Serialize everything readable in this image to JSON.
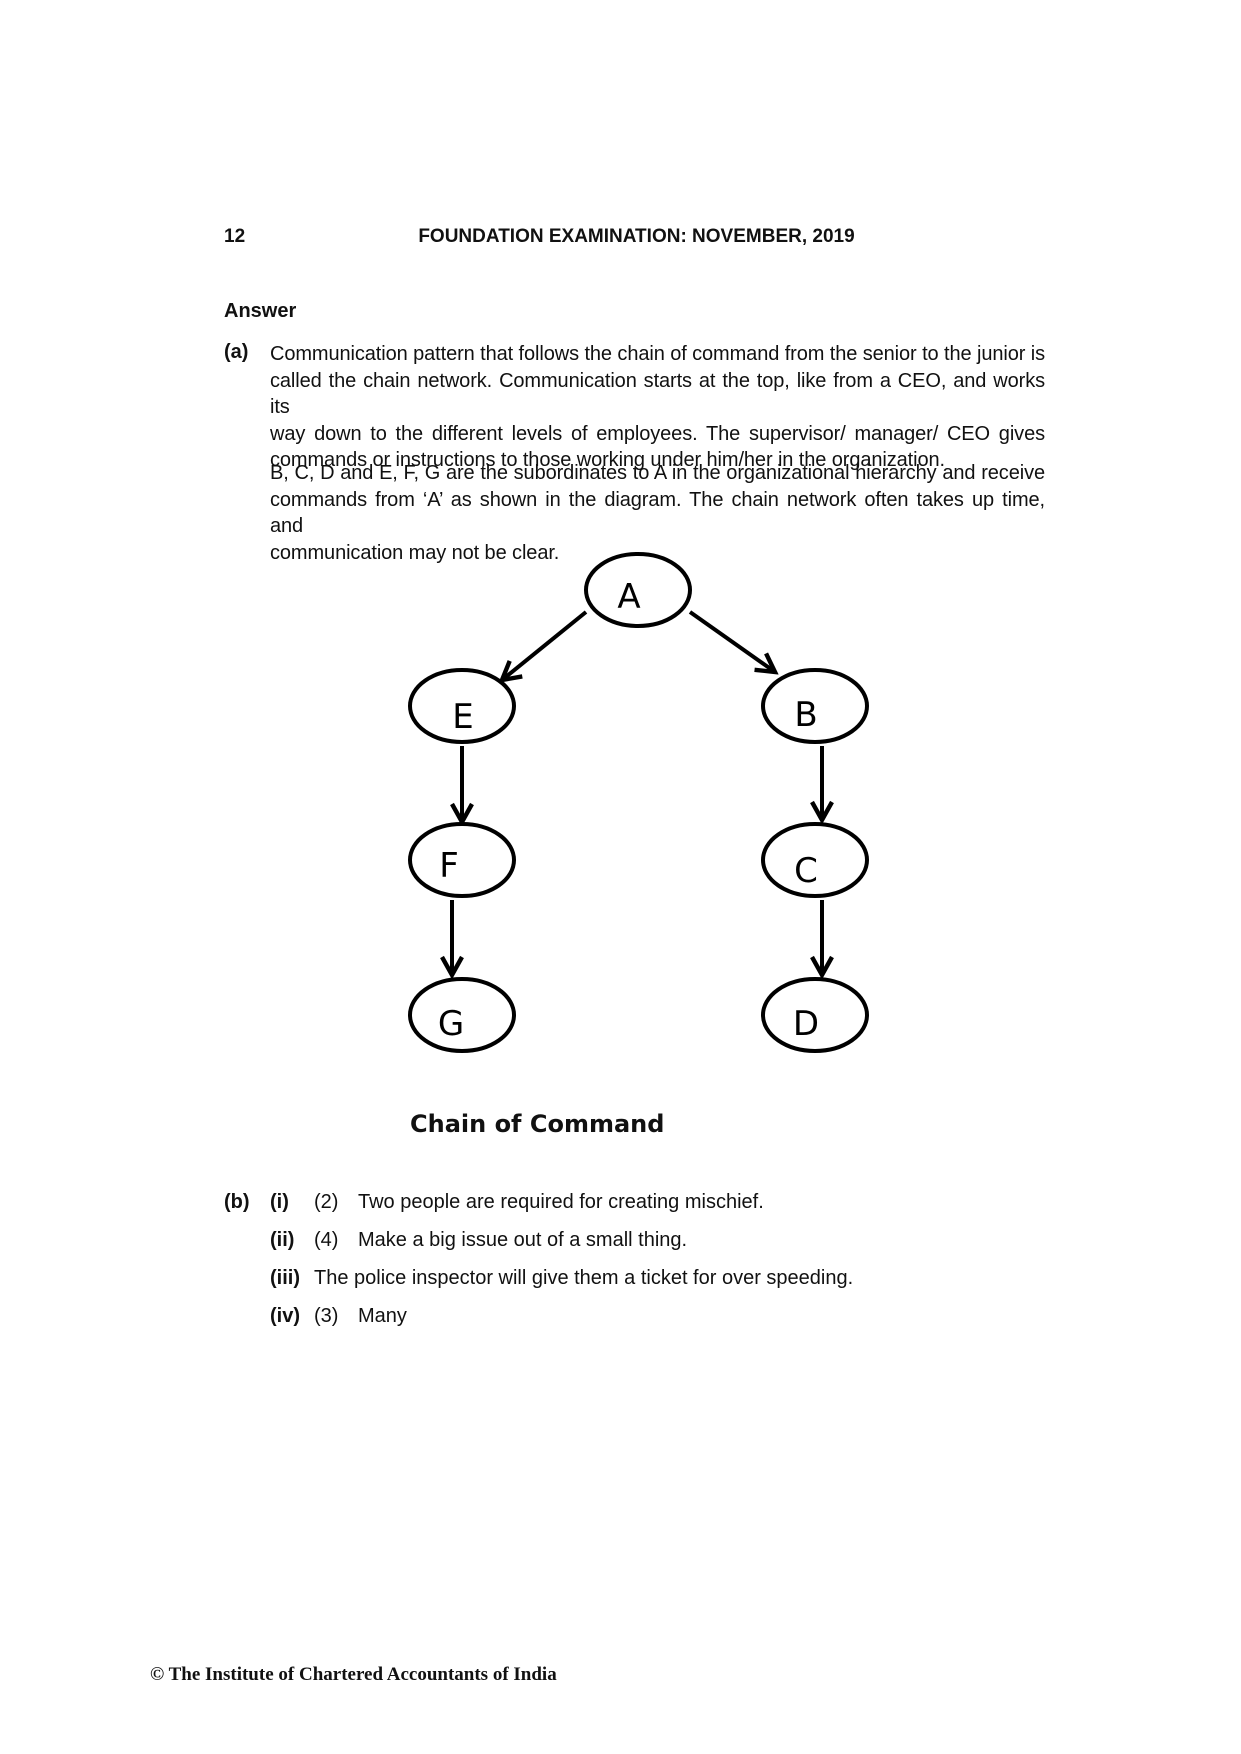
{
  "header": {
    "page_number": "12",
    "exam_title": "FOUNDATION EXAMINATION: NOVEMBER, 2019"
  },
  "answer_heading": "Answer",
  "part_a": {
    "label": "(a)",
    "para1_lines": [
      "Communication pattern that follows the chain of command from the senior to the junior is",
      "called the chain network. Communication starts at the top, like from a CEO, and works its",
      "way down to the different levels of employees.  The supervisor/ manager/ CEO gives",
      "commands or instructions to those working under him/her in the organization."
    ],
    "para2_lines": [
      "B, C, D and E, F, G are the subordinates to A in the organizational hierarchy and receive",
      "commands from ‘A’ as shown in the diagram. The chain network often takes up time, and",
      "communication may not be clear."
    ]
  },
  "diagram": {
    "nodes": {
      "A": "A",
      "B": "B",
      "C": "C",
      "D": "D",
      "E": "E",
      "F": "F",
      "G": "G"
    },
    "caption": "Chain of Command"
  },
  "part_b": {
    "label": "(b)",
    "items": [
      {
        "label": "(i)",
        "option": "(2)",
        "text": "Two people are required for creating mischief."
      },
      {
        "label": "(ii)",
        "option": "(4)",
        "text": "Make a big issue out of a small thing."
      },
      {
        "label": "(iii)",
        "option": "",
        "text": "The police inspector will give them a ticket for over speeding."
      },
      {
        "label": "(iv)",
        "option": "(3)",
        "text": "Many"
      }
    ]
  },
  "footer": "© The Institute of Chartered Accountants of India"
}
